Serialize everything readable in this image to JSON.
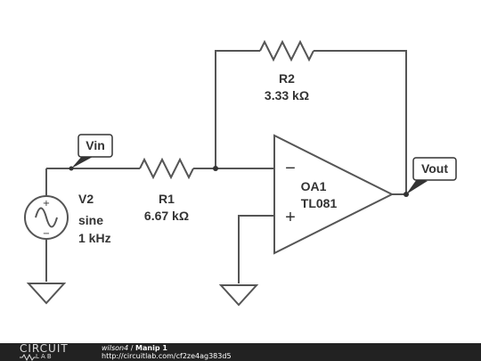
{
  "components": {
    "r2": {
      "name": "R2",
      "value": "3.33 kΩ"
    },
    "r1": {
      "name": "R1",
      "value": "6.67 kΩ"
    },
    "v2": {
      "name": "V2",
      "type": "sine",
      "freq": "1 kHz"
    },
    "oa1": {
      "name": "OA1",
      "part": "TL081",
      "minus": "−",
      "plus": "+"
    }
  },
  "nodes": {
    "vin": "Vin",
    "vout": "Vout"
  },
  "footer": {
    "logo_top": "CIRCUIT",
    "logo_bottom": "LAB",
    "user": "wilson4",
    "separator": "/",
    "title": "Manip 1",
    "url": "http://circuitlab.com/cf2ze4ag383d5"
  }
}
